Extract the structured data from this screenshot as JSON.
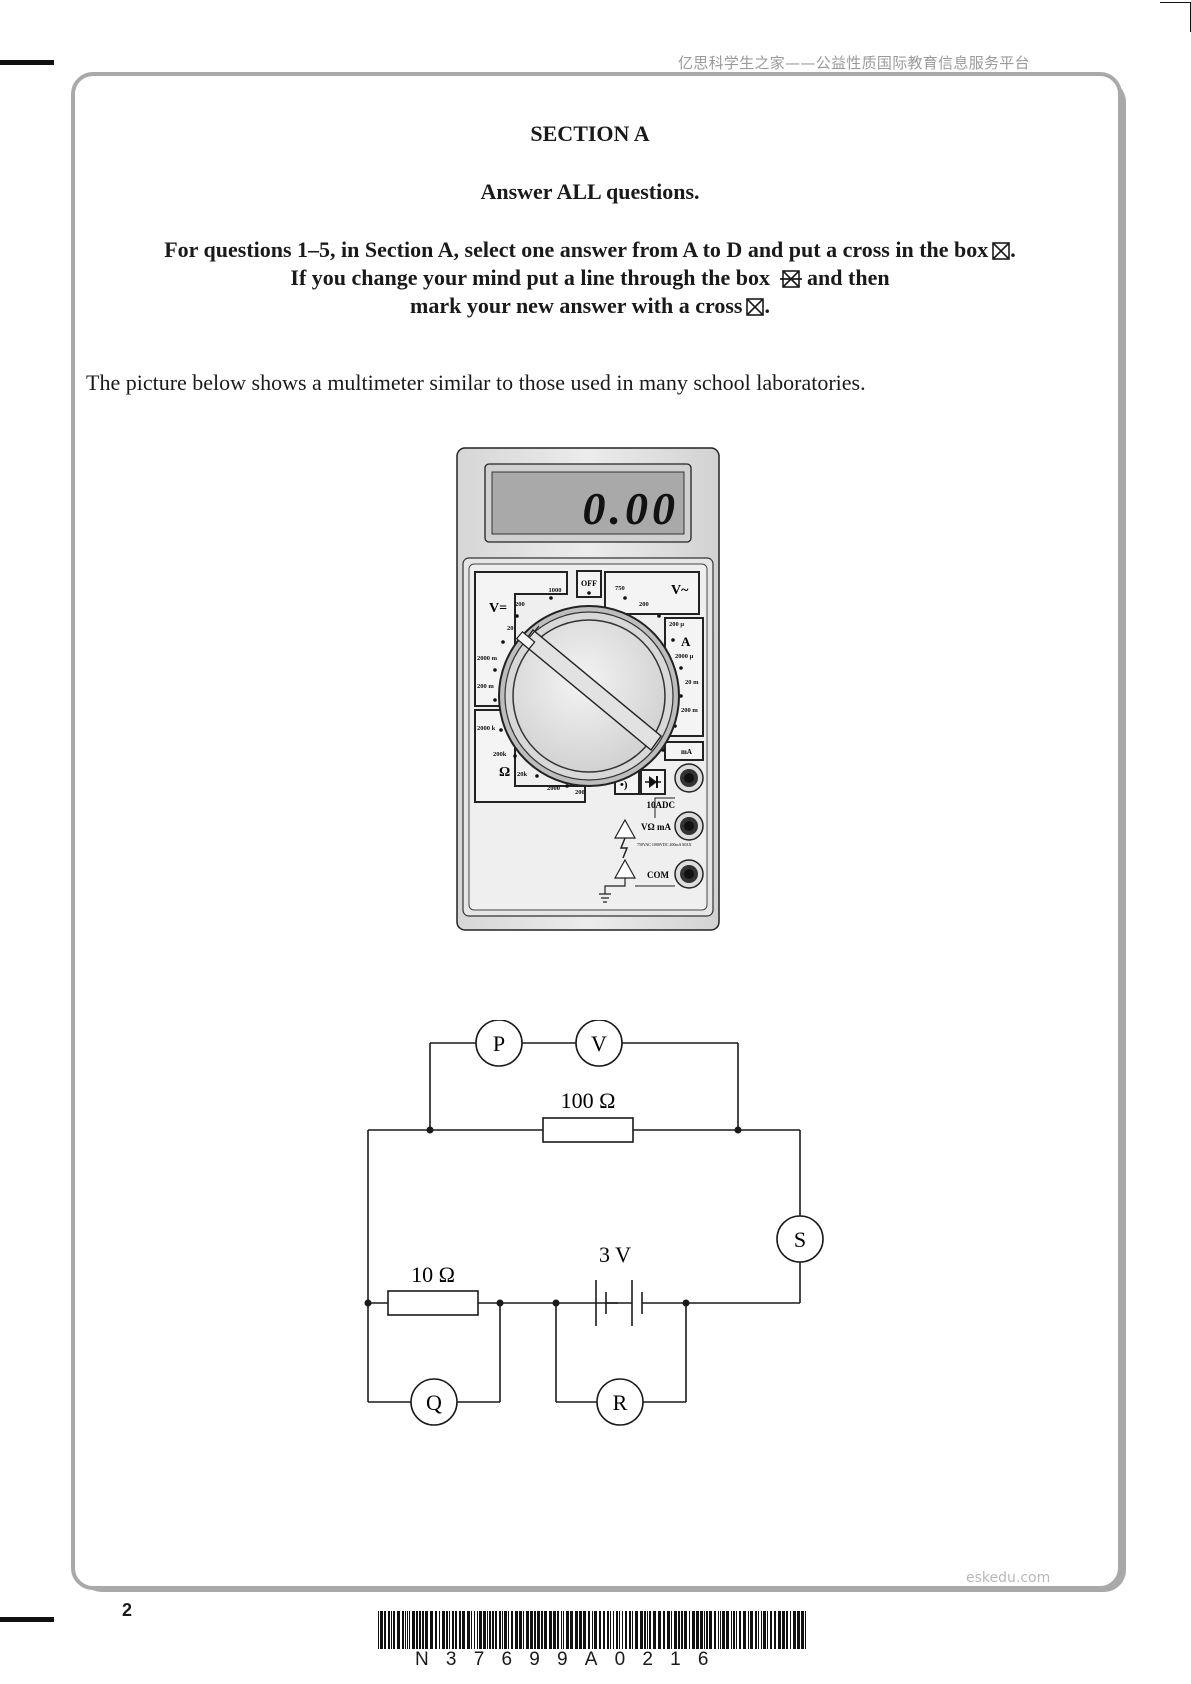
{
  "header": {
    "watermark": "亿思科学生之家——公益性质国际教育信息服务平台"
  },
  "section": {
    "title": "SECTION A",
    "subtitle": "Answer ALL questions.",
    "instruction_line1": "For questions 1–5, in Section A, select one answer from A to D and put a cross in the box",
    "instruction_line2a": "If you change your mind put a line through the box",
    "instruction_line2b": "and then",
    "instruction_line3": "mark your new answer with a cross"
  },
  "body": {
    "intro": "The picture below shows a multimeter similar to those used in many school laboratories."
  },
  "multimeter": {
    "display_reading": "0.00",
    "labels": {
      "off": "OFF",
      "v_dc": "V=",
      "v_ac": "V~",
      "amps": "A",
      "ohm": "Ω",
      "ma": "mA",
      "adc10": "10ADC",
      "v_ohm_ma": "VΩ mA",
      "com": "COM",
      "warning": "750VAC 1000VDC 200mA MAX"
    },
    "dial_ranges": {
      "v_dc": [
        "1000",
        "200",
        "20",
        "2000 m",
        "200 m"
      ],
      "v_ac": [
        "750",
        "200"
      ],
      "dc_amps": [
        "200 μ",
        "2000 μ",
        "20 m",
        "200 m"
      ],
      "ohms": [
        "2000 k",
        "200k",
        "20k",
        "2000",
        "200"
      ]
    }
  },
  "circuit": {
    "meters": [
      "P",
      "V",
      "S",
      "Q",
      "R"
    ],
    "resistor_top": "100 Ω",
    "resistor_left": "10 Ω",
    "battery": "3 V"
  },
  "footer": {
    "site": "eskedu.com",
    "page_number": "2",
    "barcode_text": "N37699A0216"
  }
}
